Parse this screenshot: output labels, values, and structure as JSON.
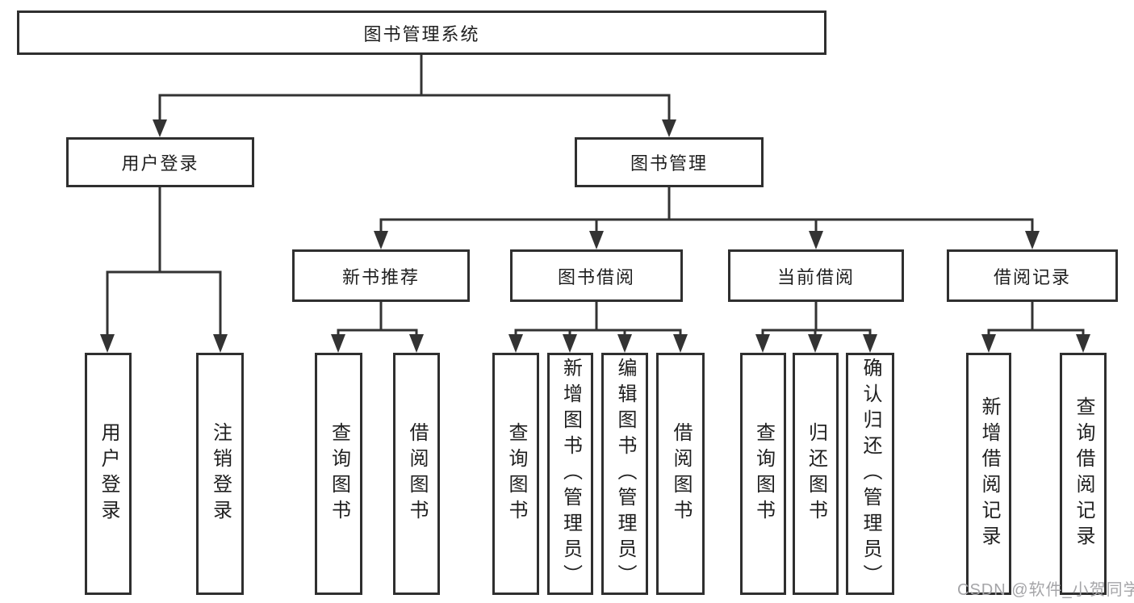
{
  "colors": {
    "line": "#333333",
    "border": "#2f2f2f",
    "text": "#1f1f1f",
    "watermark_text": "#a5a5a8",
    "background": "#ffffff"
  },
  "watermark": {
    "text": "CSDN @软件_小贺同学"
  },
  "nodes": {
    "root": {
      "label": "图书管理系统"
    },
    "user_login": {
      "label": "用户登录",
      "children": [
        {
          "label": "用户登录"
        },
        {
          "label": "注销登录"
        }
      ]
    },
    "book_management": {
      "label": "图书管理",
      "children": [
        {
          "label": "新书推荐",
          "children": [
            {
              "label": "查询图书"
            },
            {
              "label": "借阅图书"
            }
          ]
        },
        {
          "label": "图书借阅",
          "children": [
            {
              "label": "查询图书"
            },
            {
              "label": "新增图书（管理员）"
            },
            {
              "label": "编辑图书（管理员）"
            },
            {
              "label": "借阅图书"
            }
          ]
        },
        {
          "label": "当前借阅",
          "children": [
            {
              "label": "查询图书"
            },
            {
              "label": "归还图书"
            },
            {
              "label": "确认归还（管理员）"
            }
          ]
        },
        {
          "label": "借阅记录",
          "children": [
            {
              "label": "新增借阅记录"
            },
            {
              "label": "查询借阅记录"
            }
          ]
        }
      ]
    }
  }
}
